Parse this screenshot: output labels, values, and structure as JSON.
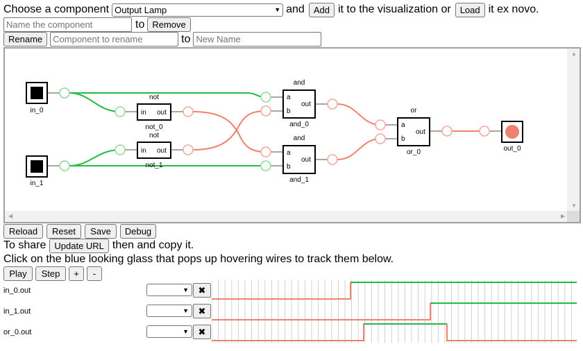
{
  "toolbar": {
    "choose_text": "Choose a component",
    "component_select_value": "Output Lamp",
    "and_text": "and",
    "add_label": "Add",
    "to_vis_text": "it to the visualization or",
    "load_label": "Load",
    "ex_novo_text": "it ex novo.",
    "name_placeholder": "Name the component",
    "to_text": "to",
    "remove_label": "Remove",
    "rename_label": "Rename",
    "rename_placeholder": "Component to rename",
    "to2_text": "to",
    "new_name_placeholder": "New Name"
  },
  "circuit": {
    "inputs": [
      {
        "label": "in_0",
        "value": 1
      },
      {
        "label": "in_1",
        "value": 1
      }
    ],
    "gates": [
      {
        "id": "not_0",
        "type": "not",
        "ports_in": [
          "in"
        ],
        "port_out": "out"
      },
      {
        "id": "not_1",
        "type": "not",
        "ports_in": [
          "in"
        ],
        "port_out": "out"
      },
      {
        "id": "and_0",
        "type": "and",
        "ports_in": [
          "a",
          "b"
        ],
        "port_out": "out"
      },
      {
        "id": "and_1",
        "type": "and",
        "ports_in": [
          "a",
          "b"
        ],
        "port_out": "out"
      },
      {
        "id": "or_0",
        "type": "or",
        "ports_in": [
          "a",
          "b"
        ],
        "port_out": "out"
      }
    ],
    "output": {
      "label": "out_0",
      "value": 0
    },
    "colors": {
      "high": "#22bb44",
      "low": "#f08070",
      "high_fill": "#ffffff",
      "lamp_off": "#f08070"
    }
  },
  "controls": {
    "reload": "Reload",
    "reset": "Reset",
    "save": "Save",
    "debug": "Debug",
    "share_text": "To share",
    "update_url": "Update URL",
    "copy_text": "then and copy it.",
    "hint_text": "Click on the blue looking glass that pops up hovering wires to track them below.",
    "play": "Play",
    "step": "Step",
    "plus": "+",
    "minus": "-"
  },
  "traces": [
    {
      "label": "in_0.out",
      "remove": "✖"
    },
    {
      "label": "in_1.out",
      "remove": "✖"
    },
    {
      "label": "or_0.out",
      "remove": "✖"
    }
  ]
}
